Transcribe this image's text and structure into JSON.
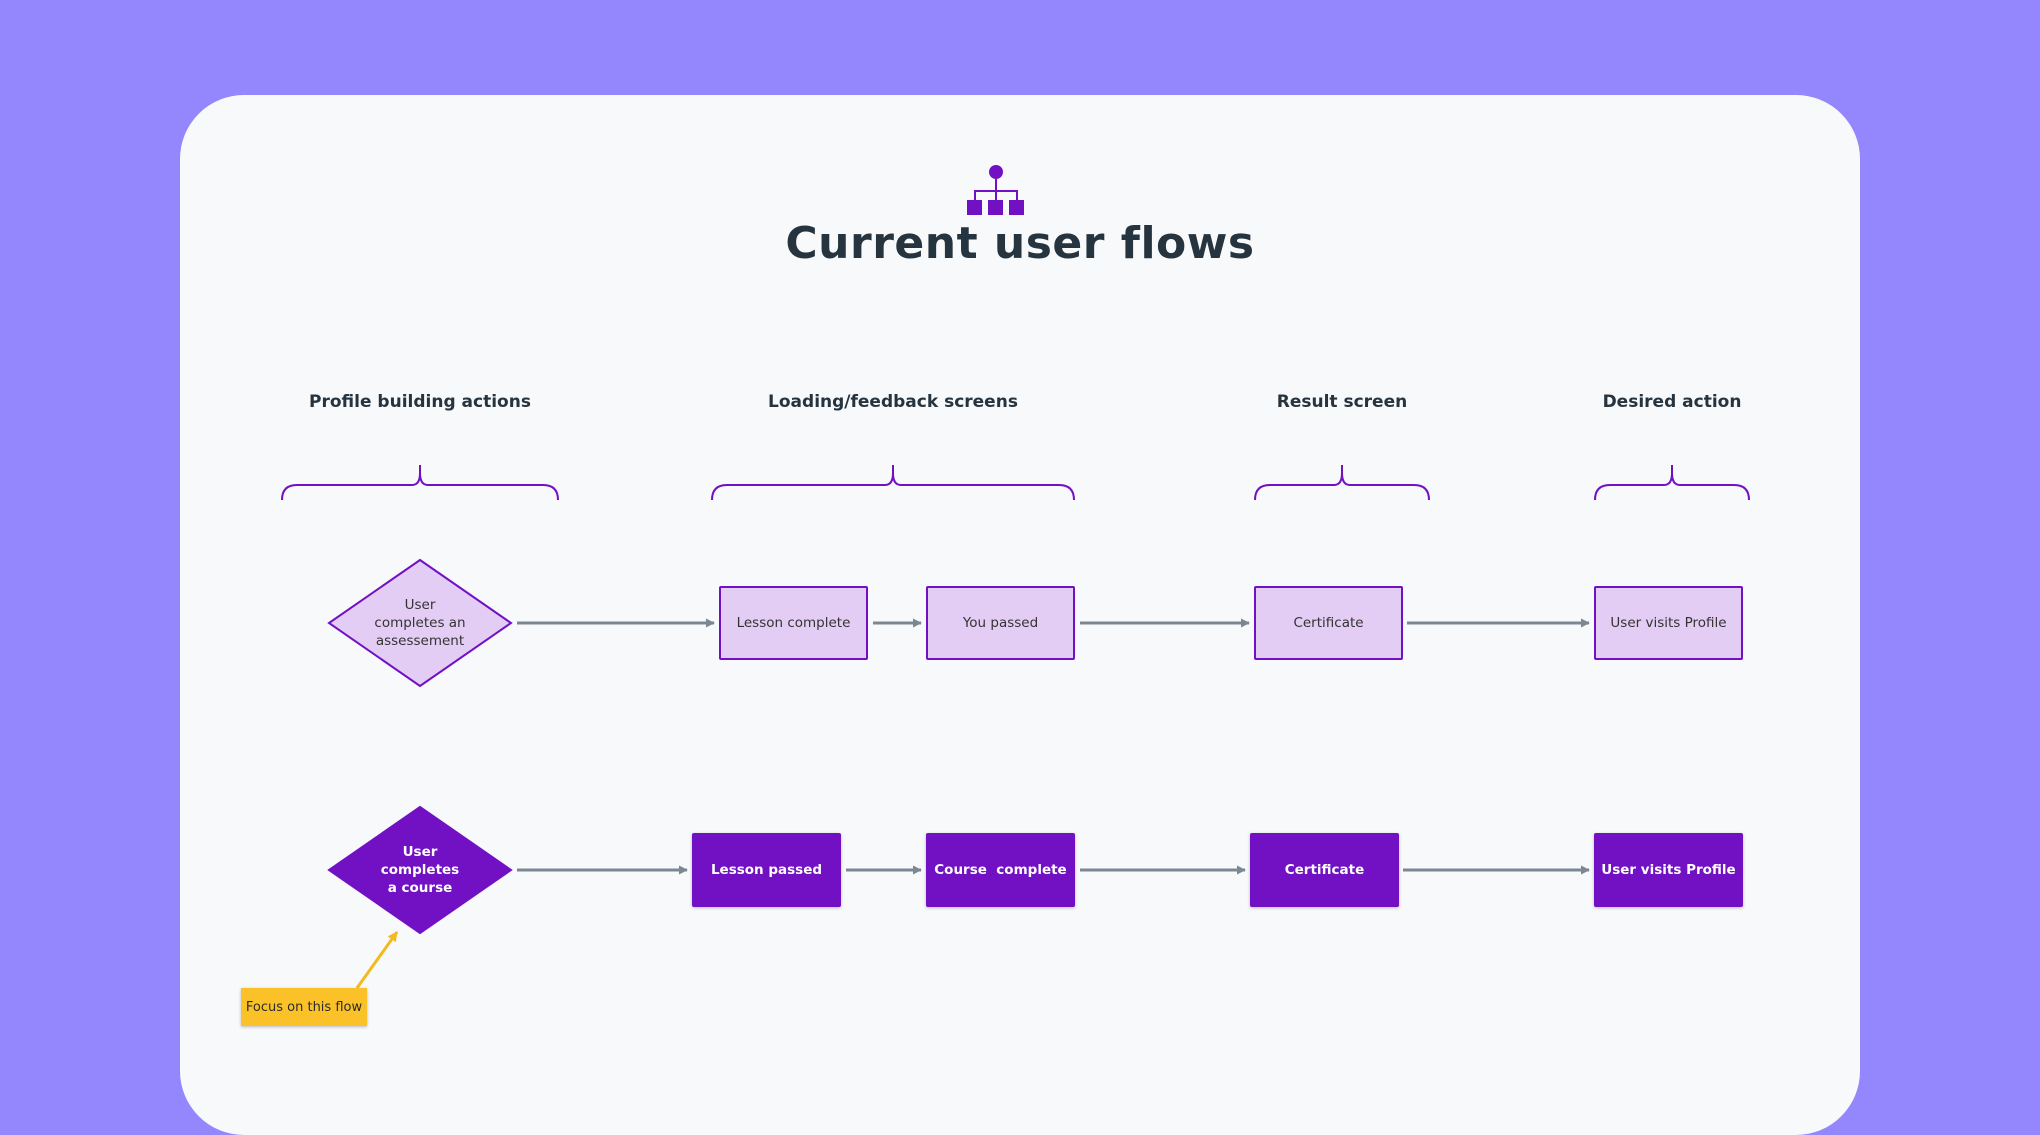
{
  "title": "Current user flows",
  "columns": [
    "Profile building actions",
    "Loading/feedback screens",
    "Result screen",
    "Desired action"
  ],
  "flow1": {
    "start": "User completes an assessement",
    "steps": [
      "Lesson complete",
      "You passed",
      "Certificate",
      "User visits Profile"
    ]
  },
  "flow2": {
    "start": "User completes a course",
    "steps": [
      "Lesson passed",
      "Course  complete",
      "Certificate",
      "User visits Profile"
    ]
  },
  "note": "Focus on this flow",
  "colors": {
    "background": "#9486fc",
    "board": "#f8f9fb",
    "accent": "#7210c4",
    "light_fill": "#e4cdf5",
    "connector": "#7b8793",
    "note": "#fac228",
    "text": "#26343f"
  },
  "icons": [
    "sitemap-icon"
  ]
}
